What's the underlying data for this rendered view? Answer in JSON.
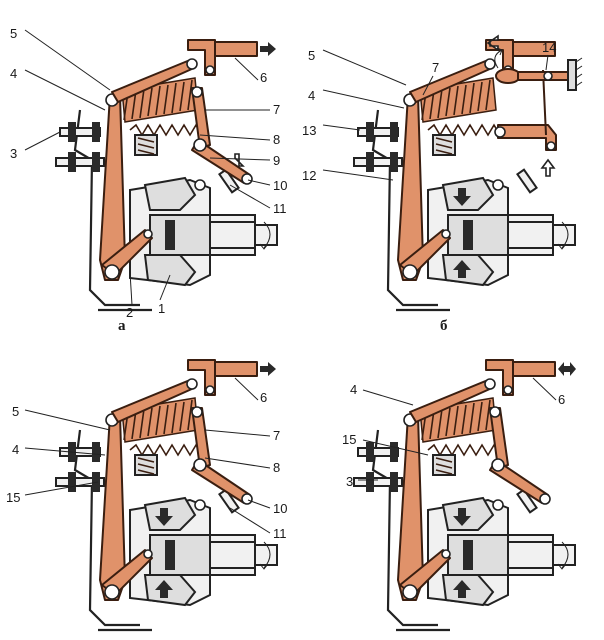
{
  "colors": {
    "lever": "#e0926a",
    "outline": "#3a1e10",
    "housing": "#f1f1f1",
    "background": "#ffffff"
  },
  "icons": {
    "arrow": "arrow-icon",
    "double_arrow": "double-arrow-icon",
    "rotation": "rotation-arrow-icon"
  },
  "panels": [
    {
      "id": "a",
      "caption": "а",
      "labels": [
        "5",
        "4",
        "3",
        "6",
        "7",
        "8",
        "9",
        "10",
        "11",
        "2",
        "1"
      ]
    },
    {
      "id": "b",
      "caption": "б",
      "labels": [
        "5",
        "4",
        "13",
        "12",
        "7",
        "14"
      ]
    },
    {
      "id": "c",
      "caption": "",
      "labels": [
        "5",
        "4",
        "15",
        "6",
        "7",
        "8",
        "10",
        "11"
      ]
    },
    {
      "id": "d",
      "caption": "",
      "labels": [
        "4",
        "15",
        "3",
        "6"
      ]
    }
  ]
}
